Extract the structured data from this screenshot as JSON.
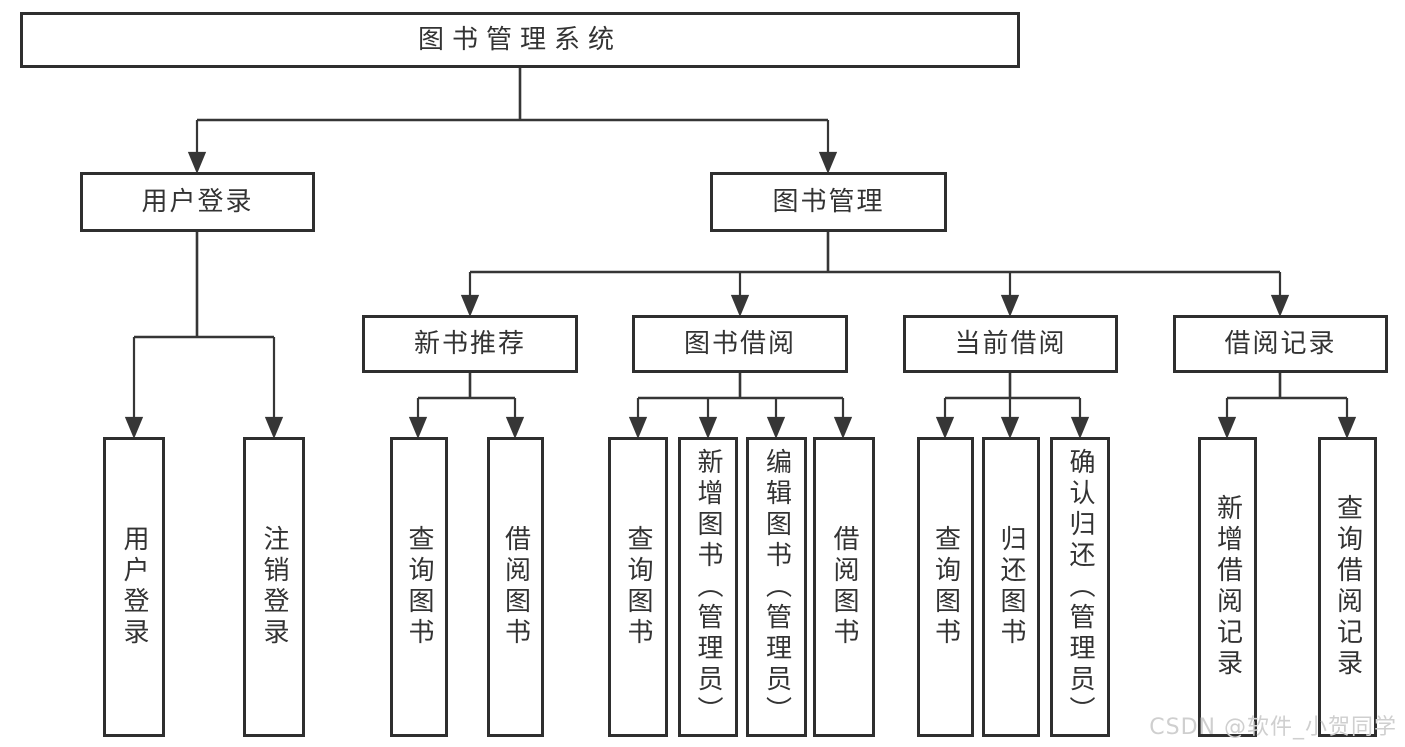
{
  "diagram": {
    "type": "hierarchy-tree",
    "colors": {
      "background": "#ffffff",
      "line": "#363636",
      "box_border": "#2f2f2f",
      "box_fill": "#ffffff",
      "text": "#333333",
      "watermark": "#cfcfcf"
    },
    "tree": {
      "label": "图书管理系统",
      "children": [
        {
          "label": "用户登录",
          "children": [
            {
              "label": "用户登录"
            },
            {
              "label": "注销登录"
            }
          ]
        },
        {
          "label": "图书管理",
          "children": [
            {
              "label": "新书推荐",
              "children": [
                {
                  "label": "查询图书"
                },
                {
                  "label": "借阅图书"
                }
              ]
            },
            {
              "label": "图书借阅",
              "children": [
                {
                  "label": "查询图书"
                },
                {
                  "label": "新增图书（管理员）"
                },
                {
                  "label": "编辑图书（管理员）"
                },
                {
                  "label": "借阅图书"
                }
              ]
            },
            {
              "label": "当前借阅",
              "children": [
                {
                  "label": "查询图书"
                },
                {
                  "label": "归还图书"
                },
                {
                  "label": "确认归还（管理员）"
                }
              ]
            },
            {
              "label": "借阅记录",
              "children": [
                {
                  "label": "新增借阅记录"
                },
                {
                  "label": "查询借阅记录"
                }
              ]
            }
          ]
        }
      ]
    },
    "watermark": {
      "text": "CSDN @软件_小贺同学"
    }
  }
}
